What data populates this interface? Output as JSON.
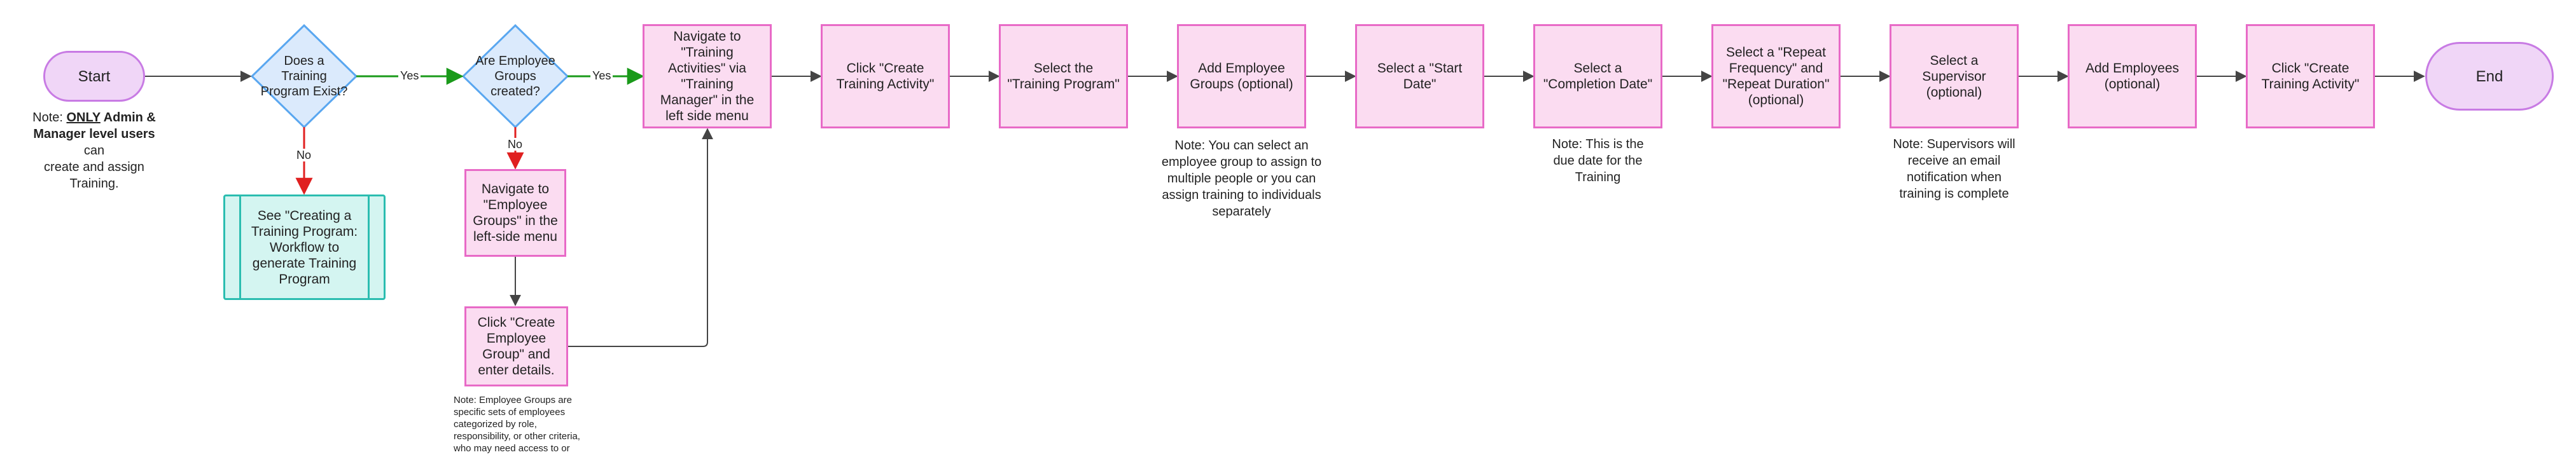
{
  "colors": {
    "process_fill": "#fbdcf1",
    "process_border": "#e86ac7",
    "terminal_fill": "#f0d6f7",
    "terminal_border": "#c87be4",
    "decision_fill": "#dbeafc",
    "decision_border": "#5aa7f0",
    "subprocess_fill": "#d4f5f1",
    "subprocess_border": "#2bbdb0",
    "yes_edge": "#1a9a1a",
    "no_edge": "#e02020",
    "default_edge": "#444444"
  },
  "nodes": {
    "start": "Start",
    "training_exists": "Does a\nTraining\nProgram Exist?",
    "groups_created": "Are Employee\nGroups\ncreated?",
    "see_creating": "See \"Creating a\nTraining Program:\nWorkflow to\ngenerate Training\nProgram",
    "nav_groups": "Navigate to\n\"Employee\nGroups\" in the\nleft-side menu",
    "create_group": "Click \"Create\nEmployee\nGroup\" and\nenter details.",
    "nav_activities": "Navigate to\n\"Training\nActivities\" via\n\"Training\nManager\" in the\nleft side menu",
    "click_create_activity": "Click \"Create\nTraining Activity\"",
    "select_program": "Select the\n\"Training Program\"",
    "add_groups": "Add Employee\nGroups (optional)",
    "start_date": "Select a \"Start\nDate\"",
    "completion_date": "Select a\n\"Completion Date\"",
    "repeat": "Select a \"Repeat\nFrequency\" and\n\"Repeat Duration\"\n(optional)",
    "supervisor": "Select a\nSupervisor\n(optional)",
    "add_employees": "Add Employees\n(optional)",
    "click_create_activity_final": "Click \"Create\nTraining Activity\"",
    "end": "End"
  },
  "edge_labels": {
    "yes": "Yes",
    "no": "No"
  },
  "notes": {
    "admin_prefix": "Note: ",
    "admin_only": "ONLY",
    "admin_bold": " Admin &\nManager level users",
    "admin_suffix": " can\ncreate and assign\nTraining.",
    "employee_groups": "Note: You can select an\nemployee group to assign to\nmultiple people or you can\nassign training to individuals\nseparately",
    "due_date": "Note: This is the\ndue date for the\nTraining",
    "supervisors": "Note: Supervisors will\nreceive an email\nnotification when\ntraining is complete",
    "groups_definition": "Note: Employee Groups are\nspecific sets of employees\ncategorized by role,\nresponsibility, or other criteria,\nwho may need access to or"
  }
}
